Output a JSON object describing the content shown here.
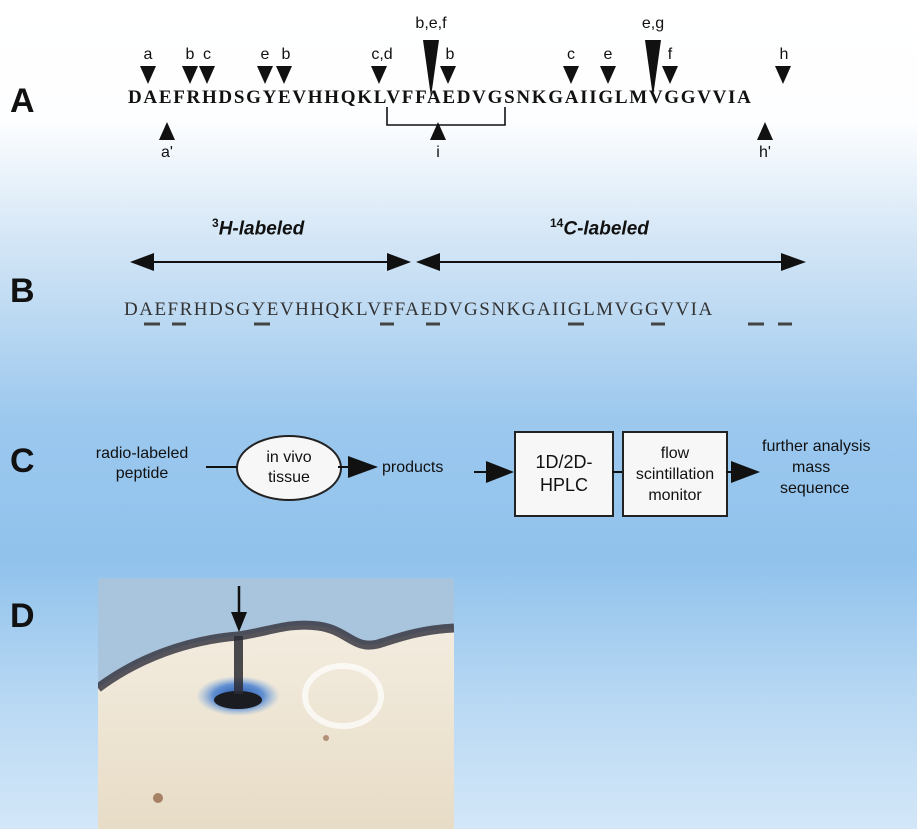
{
  "panels": {
    "a": "A",
    "b": "B",
    "c": "C",
    "d": "D"
  },
  "panel_a": {
    "sequence": "DAEFRHDSGYEVHHQKLVFFAEDVGSNKGAIIGLMVGGVVIA",
    "top_labels": [
      "a",
      "b",
      "c",
      "e",
      "b",
      "c,d",
      "b,e,f",
      "b",
      "c",
      "e",
      "e,g",
      "f",
      "h"
    ],
    "bottom_labels": [
      "a'",
      "i",
      "h'"
    ]
  },
  "panel_b": {
    "left_header": "H-labeled",
    "left_header_sup": "3",
    "right_header": "C-labeled",
    "right_header_sup": "14",
    "sequence": "DAEFRHDSGYEVHHQKLVFFAEDVGSNKGAIIGLMVGGVVIA"
  },
  "panel_c": {
    "input": [
      "radio-labeled",
      "peptide"
    ],
    "tissue": [
      "in vivo",
      "tissue"
    ],
    "products": "products",
    "hplc": [
      "1D/2D-",
      "HPLC"
    ],
    "monitor": [
      "flow",
      "scintillation",
      "monitor"
    ],
    "output": [
      "further analysis",
      "mass",
      "sequence"
    ]
  }
}
